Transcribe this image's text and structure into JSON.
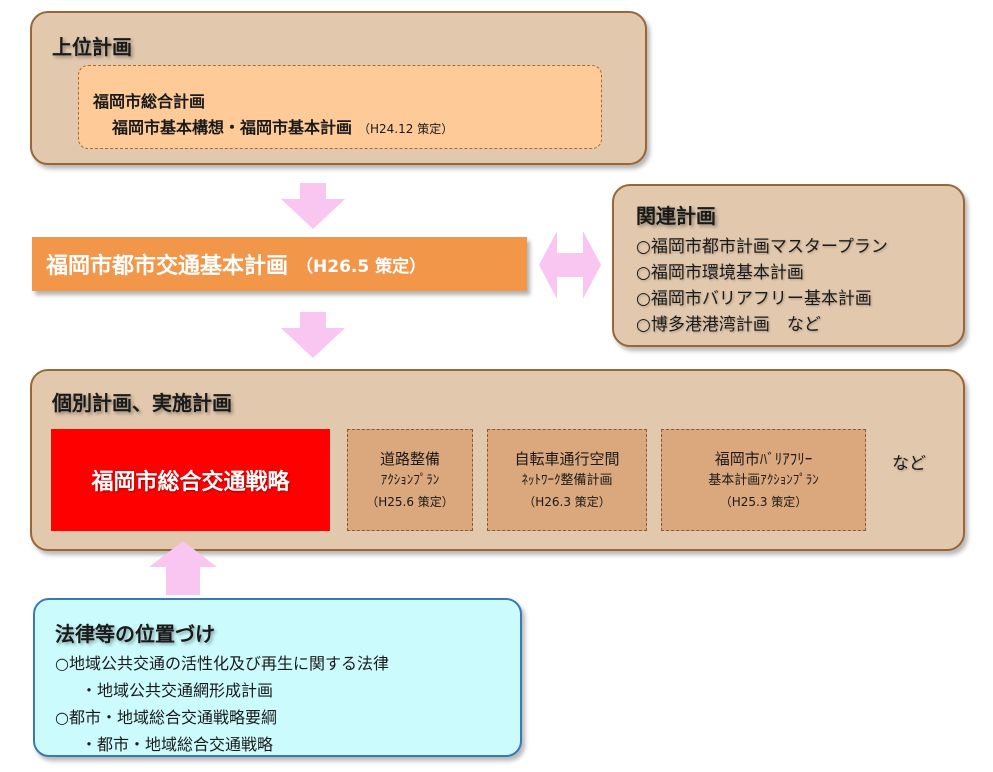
{
  "upper_plan": {
    "title": "上位計画",
    "line1": "福岡市総合計画",
    "line2": "福岡市基本構想・福岡市基本計画",
    "line2_note": "（H24.12 策定）"
  },
  "main_plan": {
    "title": "福岡市都市交通基本計画",
    "note": "（H26.5 策定）"
  },
  "related_plans": {
    "title": "関連計画",
    "items": [
      "○福岡市都市計画マスタープラン",
      "○福岡市環境基本計画",
      "○福岡市バリアフリー基本計画",
      "○博多港港湾計画　など"
    ]
  },
  "individual_plans": {
    "title": "個別計画、実施計画",
    "strategy": "福岡市総合交通戦略",
    "sub_plans": [
      {
        "line1": "道路整備",
        "line2": "ｱｸｼｮﾝﾌﾟﾗﾝ",
        "note": "（H25.6 策定）"
      },
      {
        "line1": "自転車通行空間",
        "line2": "ﾈｯﾄﾜｰｸ整備計画",
        "note": "（H26.3 策定）"
      },
      {
        "line1": "福岡市ﾊﾞﾘｱﾌﾘｰ",
        "line2": "基本計画ｱｸｼｮﾝﾌﾟﾗﾝ",
        "note": "（H25.3 策定）"
      }
    ],
    "etc": "など"
  },
  "legal": {
    "title": "法律等の位置づけ",
    "items": [
      "○地域公共交通の活性化及び再生に関する法律",
      "・地域公共交通網形成計画",
      "○都市・地域総合交通戦略要綱",
      "・都市・地域総合交通戦略"
    ]
  },
  "colors": {
    "panel_fill": "#e2c8ad",
    "panel_border": "#9a6537",
    "upper_inner_fill": "#fdca98",
    "main_plan_fill": "#f29649",
    "strategy_fill": "#ff0000",
    "sub_plan_fill": "#dba77c",
    "legal_fill": "#ccfbfd",
    "legal_border": "#3a79b4",
    "arrow_fill": "#f9c6f1"
  }
}
